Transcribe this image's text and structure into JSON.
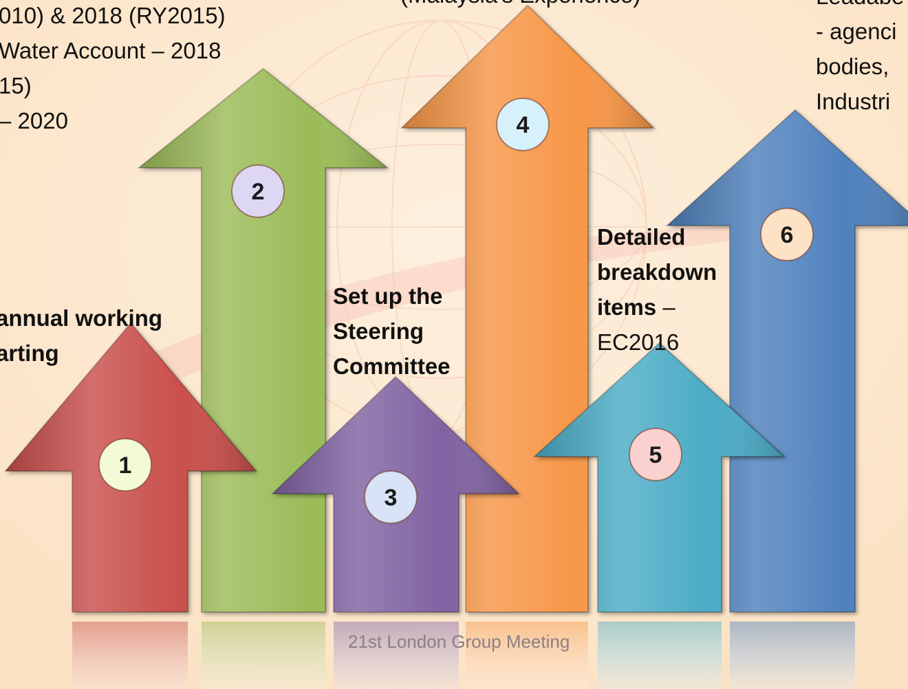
{
  "top_left_lines": [
    "010) & 2018 (RY2015)",
    " Water Account – 2018",
    "15)",
    " – 2020"
  ],
  "top_center_text": "(Malaysia's Experience)",
  "top_right_lines": [
    "Leadabe",
    "- agenci",
    "bodies,",
    "Industri"
  ],
  "step_labels": {
    "one": [
      "annual working",
      "arting"
    ],
    "three": [
      "Set up the",
      "Steering",
      "Committee"
    ],
    "five": {
      "bold_lines": [
        "Detailed",
        "breakdown"
      ],
      "last_bold": "items",
      "last_rest": " –",
      "plain_line": "EC2016"
    }
  },
  "arrows": [
    {
      "number": "1",
      "color": "#c9504c",
      "circle": "#f2fbd6"
    },
    {
      "number": "2",
      "color": "#9bbb59",
      "circle": "#ddd7f3"
    },
    {
      "number": "3",
      "color": "#8064a2",
      "circle": "#d8e3f8"
    },
    {
      "number": "4",
      "color": "#f79646",
      "circle": "#d7f1fb"
    },
    {
      "number": "5",
      "color": "#4bacc6",
      "circle": "#fbd1cf"
    },
    {
      "number": "6",
      "color": "#4f81bd",
      "circle": "#fde2c6"
    }
  ],
  "footer": "21st London Group Meeting"
}
